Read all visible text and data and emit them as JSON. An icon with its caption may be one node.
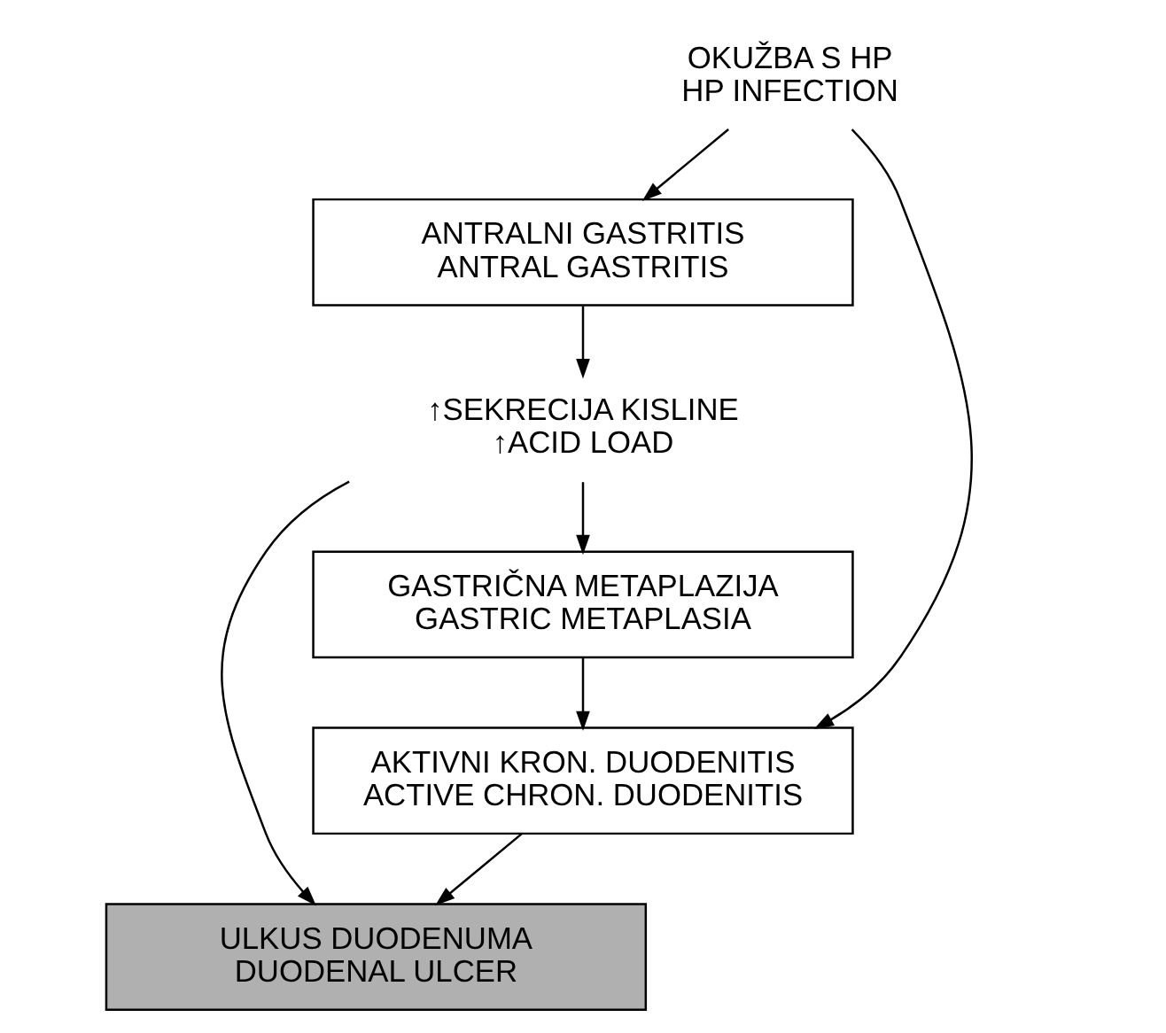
{
  "diagram": {
    "nodes": [
      {
        "text": [
          "OKUŽBA S HP",
          "HP INFECTION"
        ]
      },
      {
        "text": [
          "ANTRALNI GASTRITIS",
          "ANTRAL GASTRITIS"
        ]
      },
      {
        "text": [
          "↑SEKRECIJA KISLINE",
          "↑ACID LOAD"
        ]
      },
      {
        "text": [
          "GASTRIČNA METAPLAZIJA",
          "GASTRIC METAPLASIA"
        ]
      },
      {
        "text": [
          "AKTIVNI KRON. DUODENITIS",
          "ACTIVE CHRON. DUODENITIS"
        ]
      },
      {
        "text": [
          "ULKUS DUODENUMA",
          "DUODENAL ULCER"
        ]
      }
    ],
    "edges": [
      {
        "from": 0,
        "to": 1,
        "arrow": "to"
      },
      {
        "from": 1,
        "to": 2,
        "arrow": "to"
      },
      {
        "from": 2,
        "to": 3,
        "arrow": "to"
      },
      {
        "from": 3,
        "to": 4,
        "arrow": "to"
      },
      {
        "from": 0,
        "to": 4,
        "arrow": "to"
      },
      {
        "from": 4,
        "to": 5,
        "arrow": "to"
      },
      {
        "from": 2,
        "to": 5,
        "arrow": "to"
      }
    ]
  }
}
